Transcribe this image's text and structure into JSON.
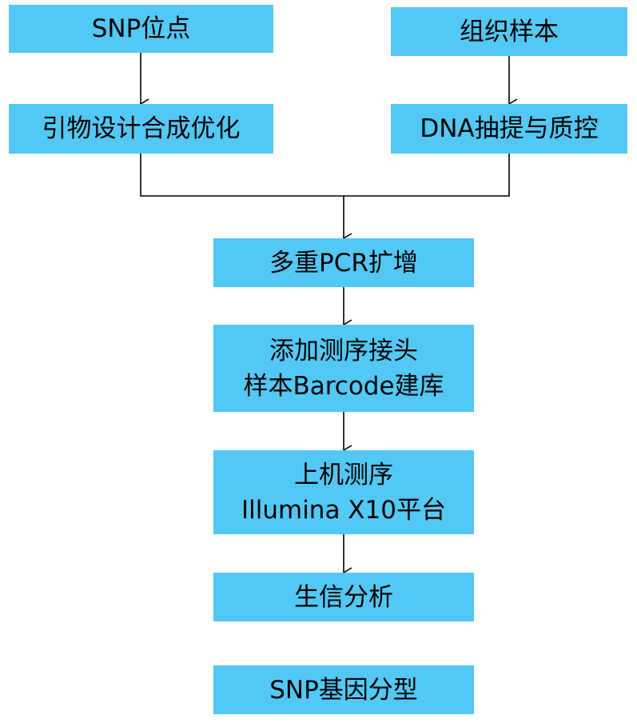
{
  "flowchart": {
    "nodes": {
      "snp_sites": {
        "label": "SNP位点"
      },
      "tissue_sample": {
        "label": "组织样本"
      },
      "primer_design": {
        "label": "引物设计合成优化"
      },
      "dna_extraction": {
        "label": "DNA抽提与质控"
      },
      "multiplex_pcr": {
        "label": "多重PCR扩增"
      },
      "library_prep": {
        "line1": "添加测序接头",
        "line2": "样本Barcode建库"
      },
      "sequencing": {
        "line1": "上机测序",
        "line2": "Illumina X10平台"
      },
      "bioinformatics": {
        "label": "生信分析"
      },
      "genotyping": {
        "label": "SNP基因分型"
      }
    },
    "colors": {
      "box_fill": "#53c8f5",
      "connector": "#000000"
    }
  }
}
